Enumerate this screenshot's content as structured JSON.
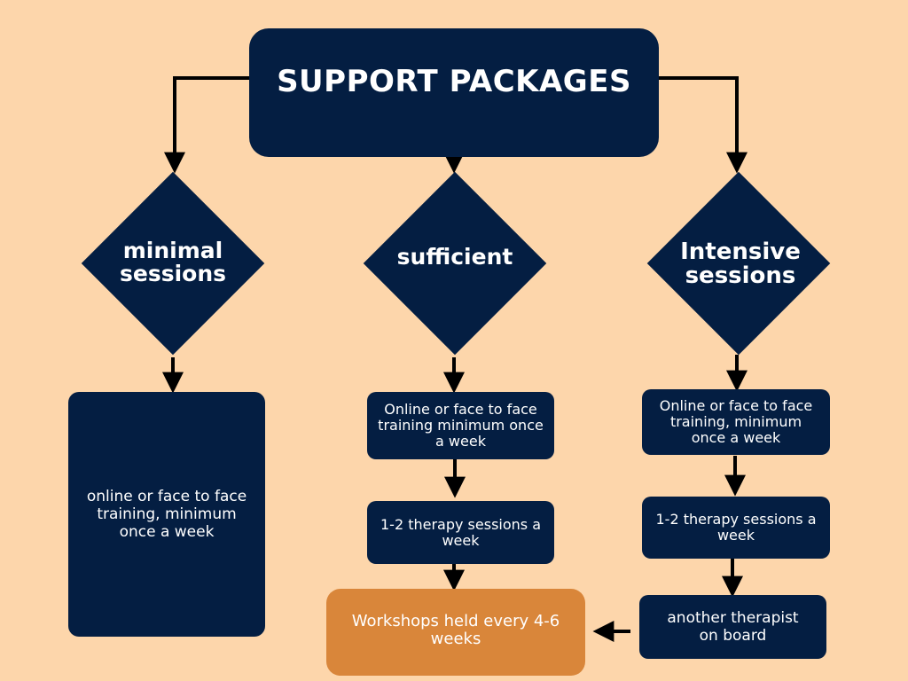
{
  "title": "SUPPORT PACKAGES",
  "packages": [
    {
      "name_line1": "minimal",
      "name_line2": "sessions",
      "steps": [
        "online or face to face training, minimum once a week"
      ]
    },
    {
      "name_line1": "sufficient",
      "name_line2": "",
      "steps": [
        "Online or face to face training minimum once a week",
        "1-2 therapy sessions a week"
      ]
    },
    {
      "name_line1": "Intensive",
      "name_line2": "sessions",
      "steps": [
        "Online or face to face training, minimum once a week",
        "1-2 therapy sessions a week",
        "another therapist on board"
      ]
    }
  ],
  "workshop": "Workshops held every 4-6 weeks",
  "colors": {
    "background": "#fdd6ab",
    "navy": "#041e42",
    "orange": "#d9863a",
    "text": "#ffffff"
  }
}
